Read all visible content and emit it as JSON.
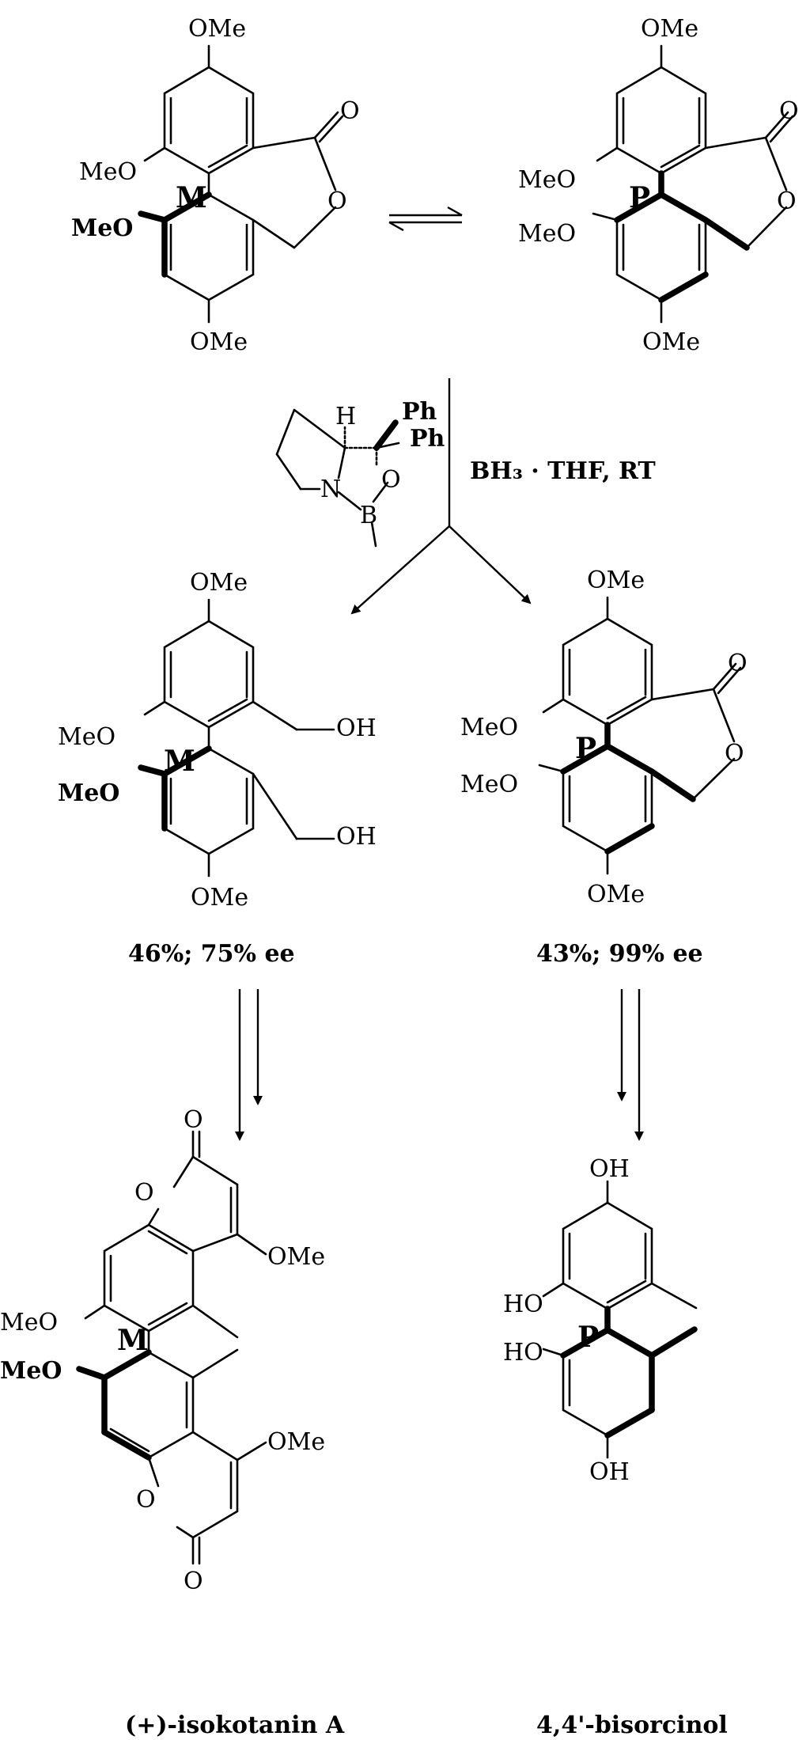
{
  "labels": {
    "ome": "OMe",
    "meo": "MeO",
    "o": "O",
    "oh": "OH",
    "ho": "HO",
    "h": "H",
    "n": "N",
    "b": "B",
    "ph": "Ph",
    "helix_m": "M",
    "helix_p": "P"
  },
  "reagent": {
    "conditions": "BH₃ · THF, RT"
  },
  "results": {
    "left_yield": "46%; 75% ee",
    "right_yield": "43%; 99% ee"
  },
  "products": {
    "left_name": "(+)-isokotanin A",
    "right_name": "4,4'-bisorcinol"
  },
  "colors": {
    "ink": "#000000",
    "background": "#ffffff"
  }
}
